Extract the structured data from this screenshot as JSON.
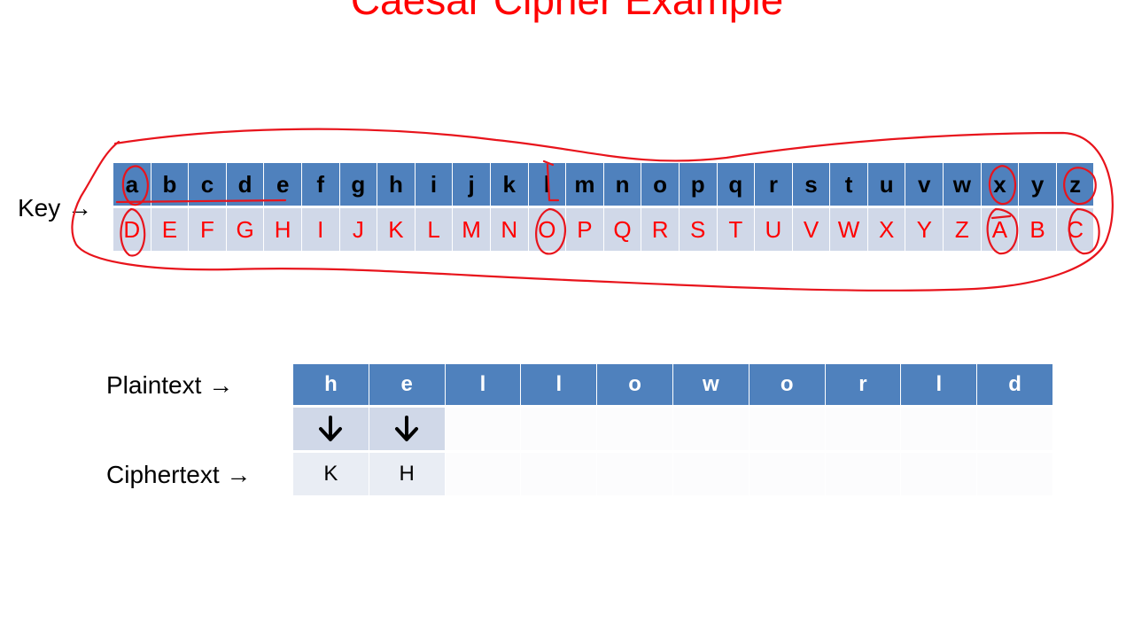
{
  "title": "Caesar Cipher Example",
  "labels": {
    "key": "Key",
    "plaintext": "Plaintext",
    "ciphertext": "Ciphertext",
    "arrow": "→"
  },
  "key_table": {
    "plain": [
      "a",
      "b",
      "c",
      "d",
      "e",
      "f",
      "g",
      "h",
      "i",
      "j",
      "k",
      "l",
      "m",
      "n",
      "o",
      "p",
      "q",
      "r",
      "s",
      "t",
      "u",
      "v",
      "w",
      "x",
      "y",
      "z"
    ],
    "cipher": [
      "D",
      "E",
      "F",
      "G",
      "H",
      "I",
      "J",
      "K",
      "L",
      "M",
      "N",
      "O",
      "P",
      "Q",
      "R",
      "S",
      "T",
      "U",
      "V",
      "W",
      "X",
      "Y",
      "Z",
      "A",
      "B",
      "C"
    ]
  },
  "word_table": {
    "plaintext": [
      "h",
      "e",
      "l",
      "l",
      "o",
      "w",
      "o",
      "r",
      "l",
      "d"
    ],
    "ciphertext": [
      "K",
      "H"
    ],
    "arrow_icon": "arrow-down-icon"
  },
  "colors": {
    "title": "#ff0000",
    "header_blue": "#4f81bd",
    "light_blue": "#d0d8e8",
    "cipher_red": "#ff0000",
    "annotation_red": "#e8141c"
  }
}
